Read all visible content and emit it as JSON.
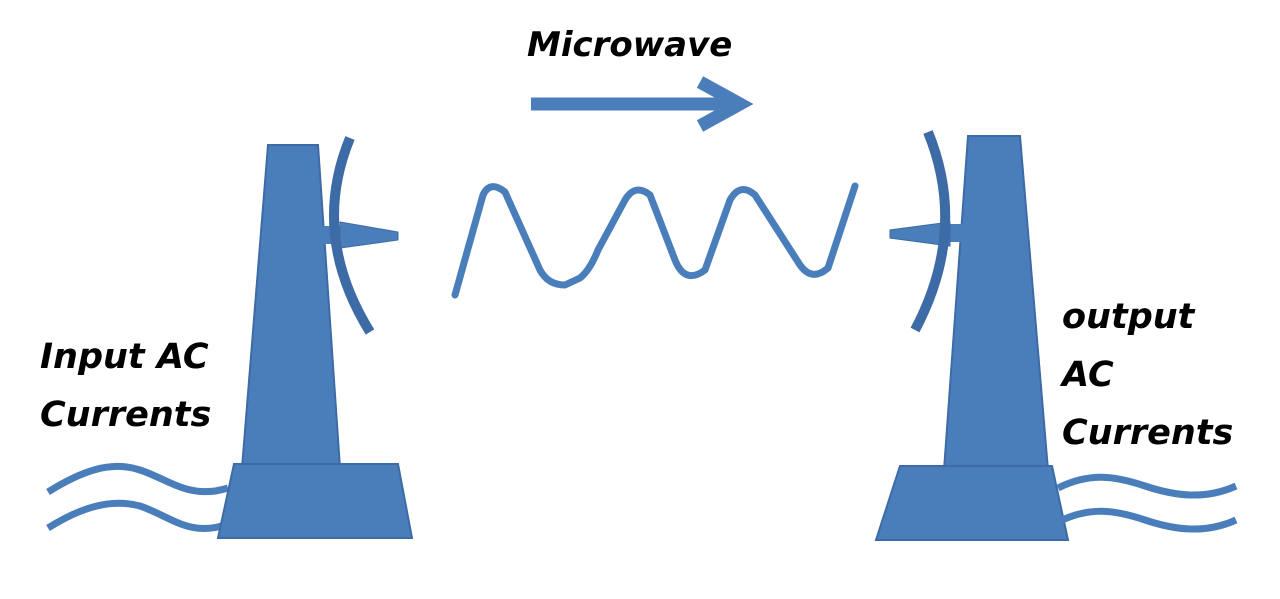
{
  "labels": {
    "microwave": "Microwave",
    "input_line1": "Input AC",
    "input_line2": "Currents",
    "output_line1": "output",
    "output_line2": "AC",
    "output_line3": "Currents"
  },
  "colors": {
    "primary": "#4A7EBB",
    "stroke": "#3C6BA5",
    "text": "#000000"
  }
}
